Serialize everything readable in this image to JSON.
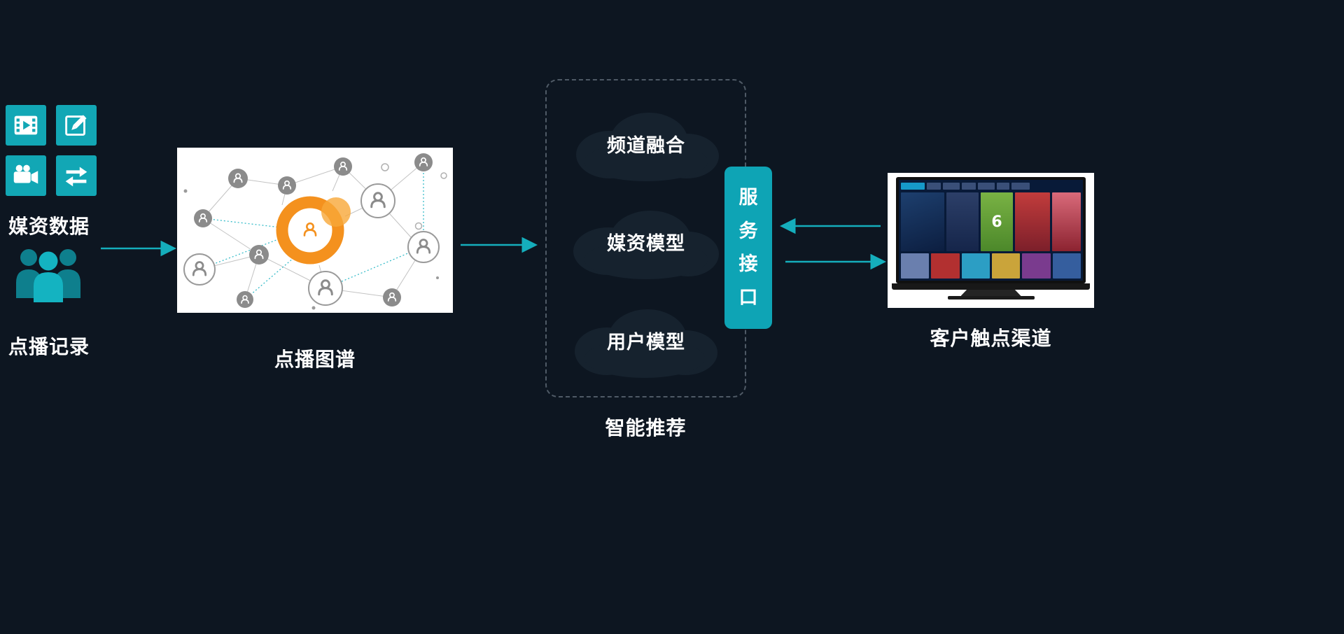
{
  "colors": {
    "background": "#0d1621",
    "accent_teal": "#12a7b5",
    "arrow_teal": "#15aebc",
    "cloud_fill": "#16222e",
    "orange": "#f4911e",
    "light_orange": "#f7a838"
  },
  "left_panel": {
    "media_data_label": "媒资数据",
    "vod_records_label": "点播记录",
    "icons": [
      "video-film-icon",
      "edit-pencil-icon",
      "movie-camera-icon",
      "transfer-arrows-icon",
      "users-group-icon"
    ]
  },
  "graph_panel": {
    "label": "点播图谱"
  },
  "recommendation_panel": {
    "label": "智能推荐",
    "clouds": [
      {
        "label": "频道融合"
      },
      {
        "label": "媒资模型"
      },
      {
        "label": "用户模型"
      }
    ]
  },
  "service_interface": {
    "label": "服务接口",
    "chars": [
      "服",
      "务",
      "接",
      "口"
    ]
  },
  "channel_panel": {
    "label": "客户触点渠道",
    "tv_badge": "6"
  }
}
